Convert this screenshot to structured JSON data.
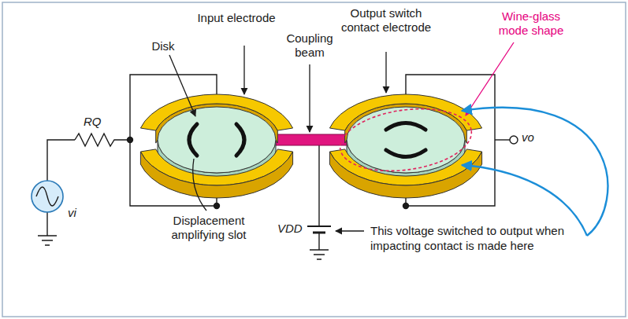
{
  "diagram": {
    "labels": [
      "Input electrode",
      "Disk",
      "Coupling beam",
      "Output switch contact electrode",
      "Wine-glass mode shape",
      "RQ",
      "vi",
      "vo",
      "VDD",
      "Displacement amplifying slot",
      "This voltage switched to output when impacting contact is made here"
    ]
  }
}
